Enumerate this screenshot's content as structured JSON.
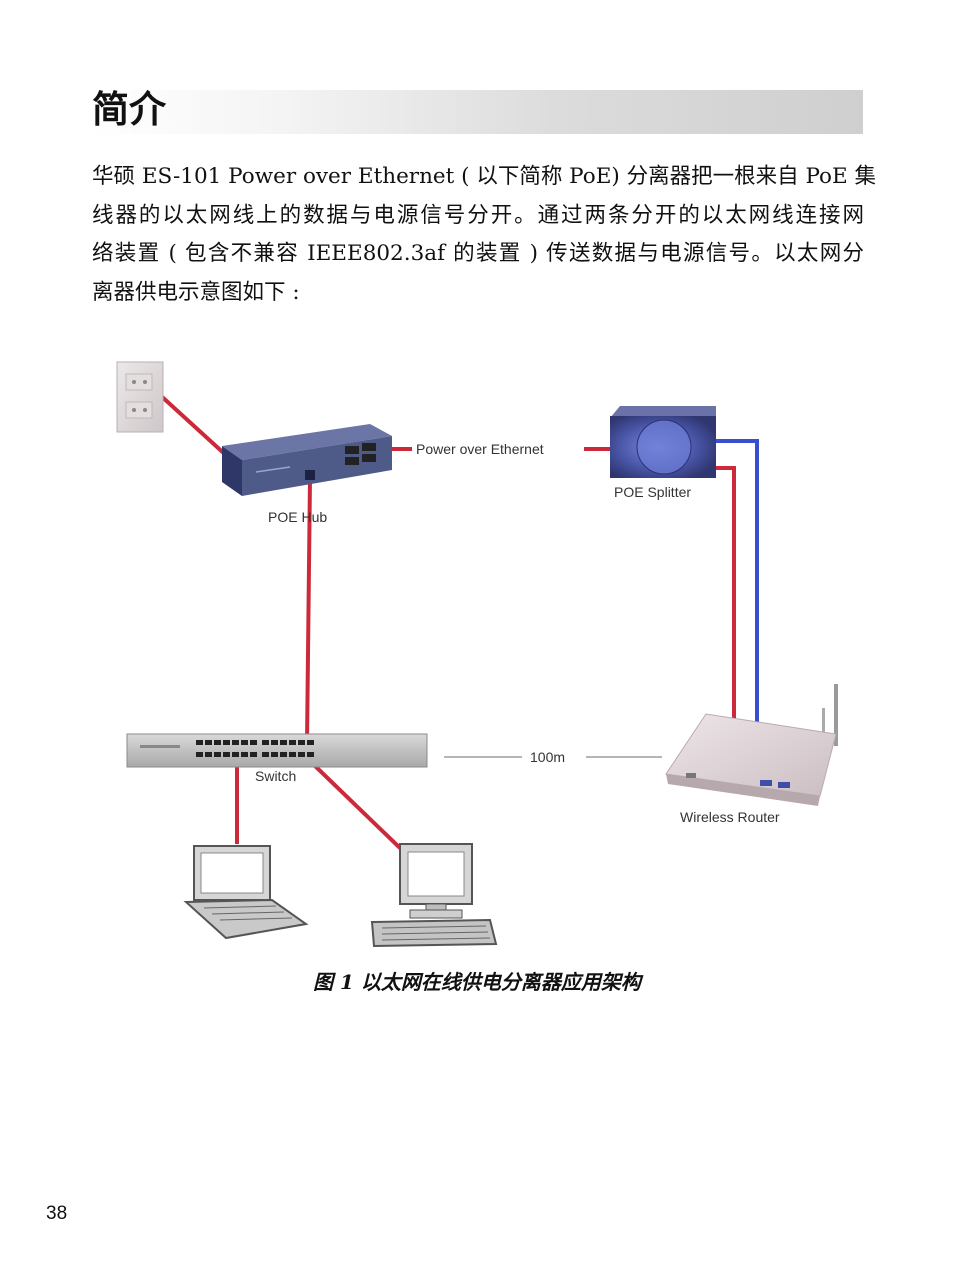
{
  "section": {
    "title": "简介"
  },
  "intro": {
    "lines": [
      "华硕 ES-101 Power over Ethernet ( 以下简称 PoE) 分离器把一根来自 PoE 集",
      "线器的以太网线上的数据与电源信号分开。通过两条分开的以太网线连接网",
      "络装置 ( 包含不兼容 IEEE802.3af 的装置 ) 传送数据与电源信号。以太网分",
      "离器供电示意图如下 :"
    ]
  },
  "diagram": {
    "labels": {
      "poe_hub": "POE Hub",
      "power_over_ethernet": "Power over Ethernet",
      "poe_splitter": "POE Splitter",
      "switch": "Switch",
      "distance": "100m",
      "wireless_router": "Wireless Router"
    },
    "colors": {
      "power_cable": "#cc2a3a",
      "data_cable": "#3a4fd0",
      "hub_body": "#4e5a88"
    }
  },
  "caption": "图 1  以太网在线供电分离器应用架构",
  "page_number": "38"
}
